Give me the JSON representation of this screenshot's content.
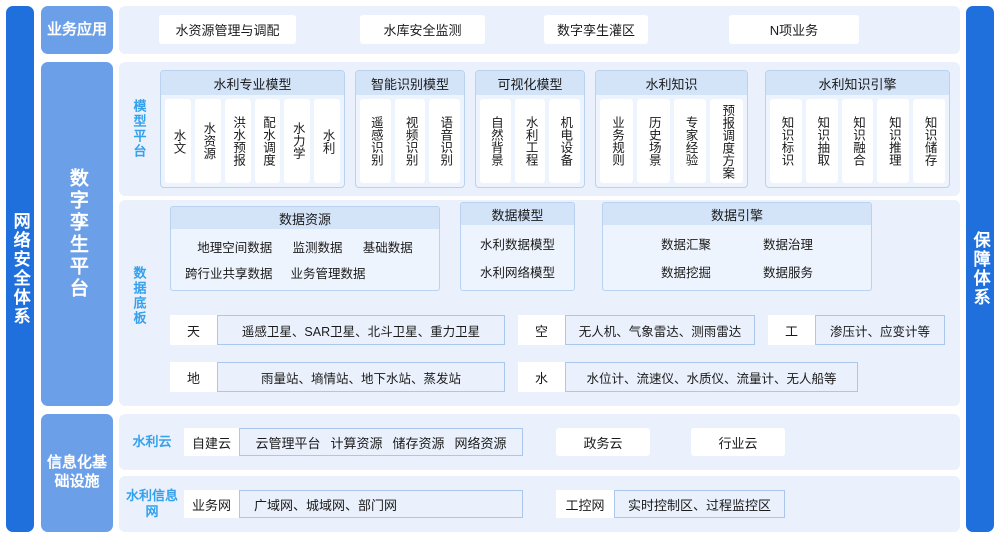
{
  "meta": {
    "title": "数字孪生平台总体架构",
    "colors": {
      "deep_blue": "#1f6fdd",
      "mid_blue": "#6b9fe8",
      "panel_bg": "#eaf1fc",
      "group_head": "#d3e3f8",
      "group_bg": "#eef4fd",
      "group_border": "#b9d2f0",
      "label_text_blue": "#35a1ec",
      "white": "#ffffff"
    }
  },
  "side_bars": {
    "left": "网络安全体系",
    "right": "保障体系"
  },
  "layers": {
    "business": {
      "label": "业务应用",
      "apps": [
        "水资源管理与调配",
        "水库安全监测",
        "数字孪生灌区",
        "N项业务"
      ]
    },
    "twin_platform": {
      "label": "数字孪生平台",
      "model_platform": {
        "label": "模型平台",
        "groups": [
          {
            "title": "水利专业模型",
            "items": [
              "水文",
              "水资源",
              "洪水预报",
              "配水调度",
              "水力学",
              "水利"
            ]
          },
          {
            "title": "智能识别模型",
            "items": [
              "遥感识别",
              "视频识别",
              "语音识别"
            ]
          },
          {
            "title": "可视化模型",
            "items": [
              "自然背景",
              "水利工程",
              "机电设备"
            ]
          },
          {
            "title": "水利知识",
            "items": [
              "业务规则",
              "历史场景",
              "专家经验",
              "预报调度方案"
            ]
          },
          {
            "title": "水利知识引擎",
            "items": [
              "知识标识",
              "知识抽取",
              "知识融合",
              "知识推理",
              "知识储存"
            ]
          }
        ]
      },
      "data_base": {
        "label": "数据底板",
        "groups": [
          {
            "title": "数据资源",
            "rows": [
              [
                "地理空间数据",
                "监测数据",
                "基础数据"
              ],
              [
                "跨行业共享数据",
                "业务管理数据"
              ]
            ]
          },
          {
            "title": "数据模型",
            "rows": [
              [
                "水利数据模型"
              ],
              [
                "水利网络模型"
              ]
            ]
          },
          {
            "title": "数据引擎",
            "rows": [
              [
                "数据汇聚",
                "数据治理"
              ],
              [
                "数据挖掘",
                "数据服务"
              ]
            ]
          }
        ],
        "sensors": [
          {
            "key": "天",
            "value": "遥感卫星、SAR卫星、北斗卫星、重力卫星"
          },
          {
            "key": "空",
            "value": "无人机、气象雷达、测雨雷达"
          },
          {
            "key": "工",
            "value": "渗压计、应变计等"
          },
          {
            "key": "地",
            "value": "雨量站、墒情站、地下水站、蒸发站"
          },
          {
            "key": "水",
            "value": "水位计、流速仪、水质仪、流量计、无人船等"
          }
        ]
      }
    },
    "infrastructure": {
      "label": "信息化基础设施",
      "cloud": {
        "label": "水利云",
        "key": "自建云",
        "resources": [
          "云管理平台",
          "计算资源",
          "储存资源",
          "网络资源"
        ],
        "external": [
          "政务云",
          "行业云"
        ]
      },
      "network": {
        "label": "水利信息网",
        "key": "业务网",
        "value": "广域网、城域网、部门网",
        "control_key": "工控网",
        "control_value": "实时控制区、过程监控区"
      }
    }
  }
}
